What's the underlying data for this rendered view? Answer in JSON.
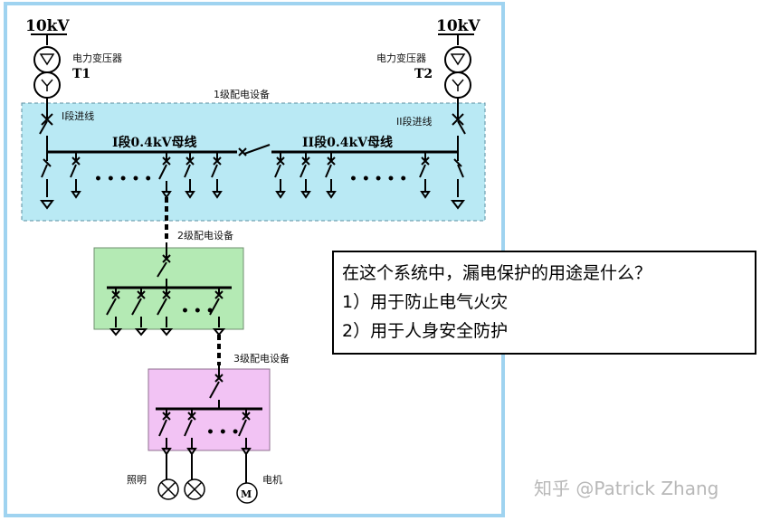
{
  "source": {
    "left_voltage": "10kV",
    "right_voltage": "10kV",
    "left_transformer_name": "电力变压器",
    "left_transformer_id": "T1",
    "right_transformer_name": "电力变压器",
    "right_transformer_id": "T2"
  },
  "level1": {
    "title": "1级配电设备",
    "incoming_left": "I段进线",
    "incoming_right": "II段进线",
    "bus_left": "I段0.4kV母线",
    "bus_right": "II段0.4kV母线",
    "ellipsis": "• • • • •"
  },
  "level2": {
    "title": "2级配电设备",
    "ellipsis": "• • •"
  },
  "level3": {
    "title": "3级配电设备",
    "ellipsis": "• • •"
  },
  "loads": {
    "lighting": "照明",
    "motor": "电机",
    "motor_symbol": "M"
  },
  "question": {
    "title": "在这个系统中，漏电保护的用途是什么？",
    "option1": "1）用于防止电气火灾",
    "option2": "2）用于人身安全防护"
  },
  "watermark": "知乎 @Patrick Zhang",
  "colors": {
    "frame": "#9fd3f0",
    "level1_fill": "#b9e9f4",
    "level2_fill": "#b4eab4",
    "level3_fill": "#f2c3f4",
    "line": "#000000"
  }
}
